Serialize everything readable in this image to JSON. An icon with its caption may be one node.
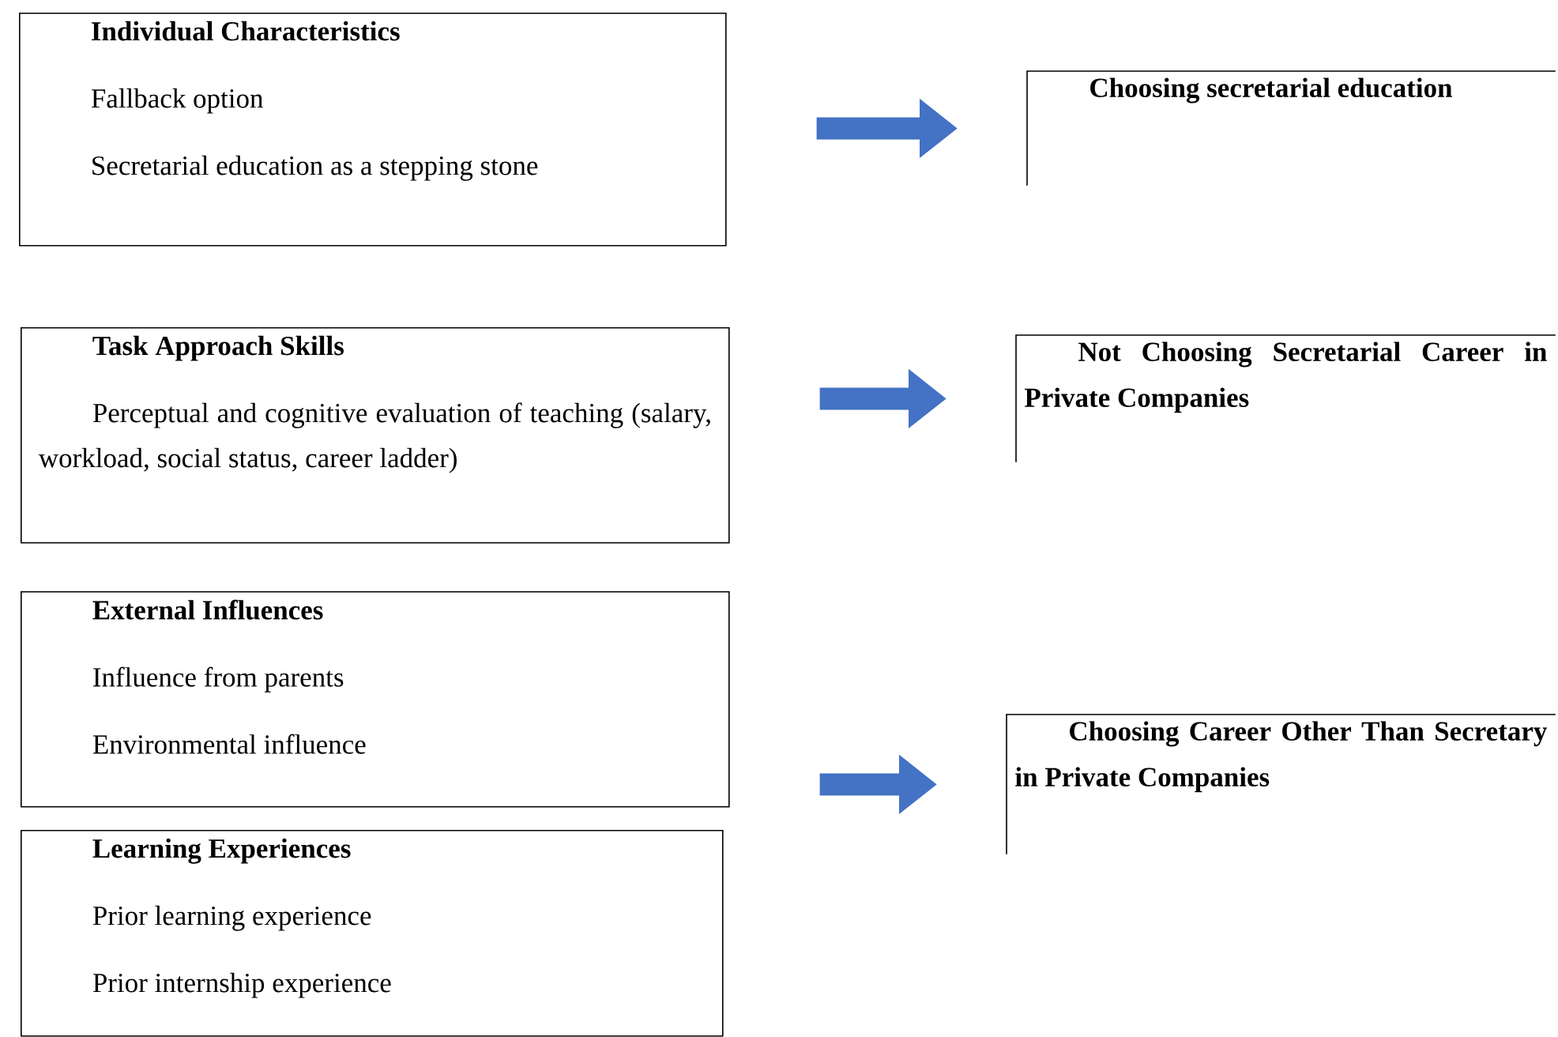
{
  "diagram": {
    "nodes": [
      {
        "text": [
          "Individual Characteristics",
          "Fallback option",
          "Secretarial education as a stepping stone"
        ]
      },
      {
        "text": [
          "Task Approach Skills",
          "Perceptual and cognitive evaluation of teaching (salary, workload, social status, career ladder)"
        ]
      },
      {
        "text": [
          "External Influences",
          "Influence from parents",
          "Environmental influence"
        ]
      },
      {
        "text": [
          "Learning Experiences",
          "Prior learning experience",
          "Prior internship experience"
        ]
      },
      {
        "text": [
          "Choosing secretarial education"
        ]
      },
      {
        "text": [
          "Not Choosing Secretarial Career in Private Companies"
        ]
      },
      {
        "text": [
          "Choosing Career Other Than Secretary in Private Companies"
        ]
      }
    ],
    "edges": [
      {
        "from": 0,
        "to": 4,
        "arrow": "to"
      },
      {
        "from": 1,
        "to": 5,
        "arrow": "to"
      },
      {
        "from": 2,
        "to": 6,
        "arrow": "to"
      }
    ]
  }
}
